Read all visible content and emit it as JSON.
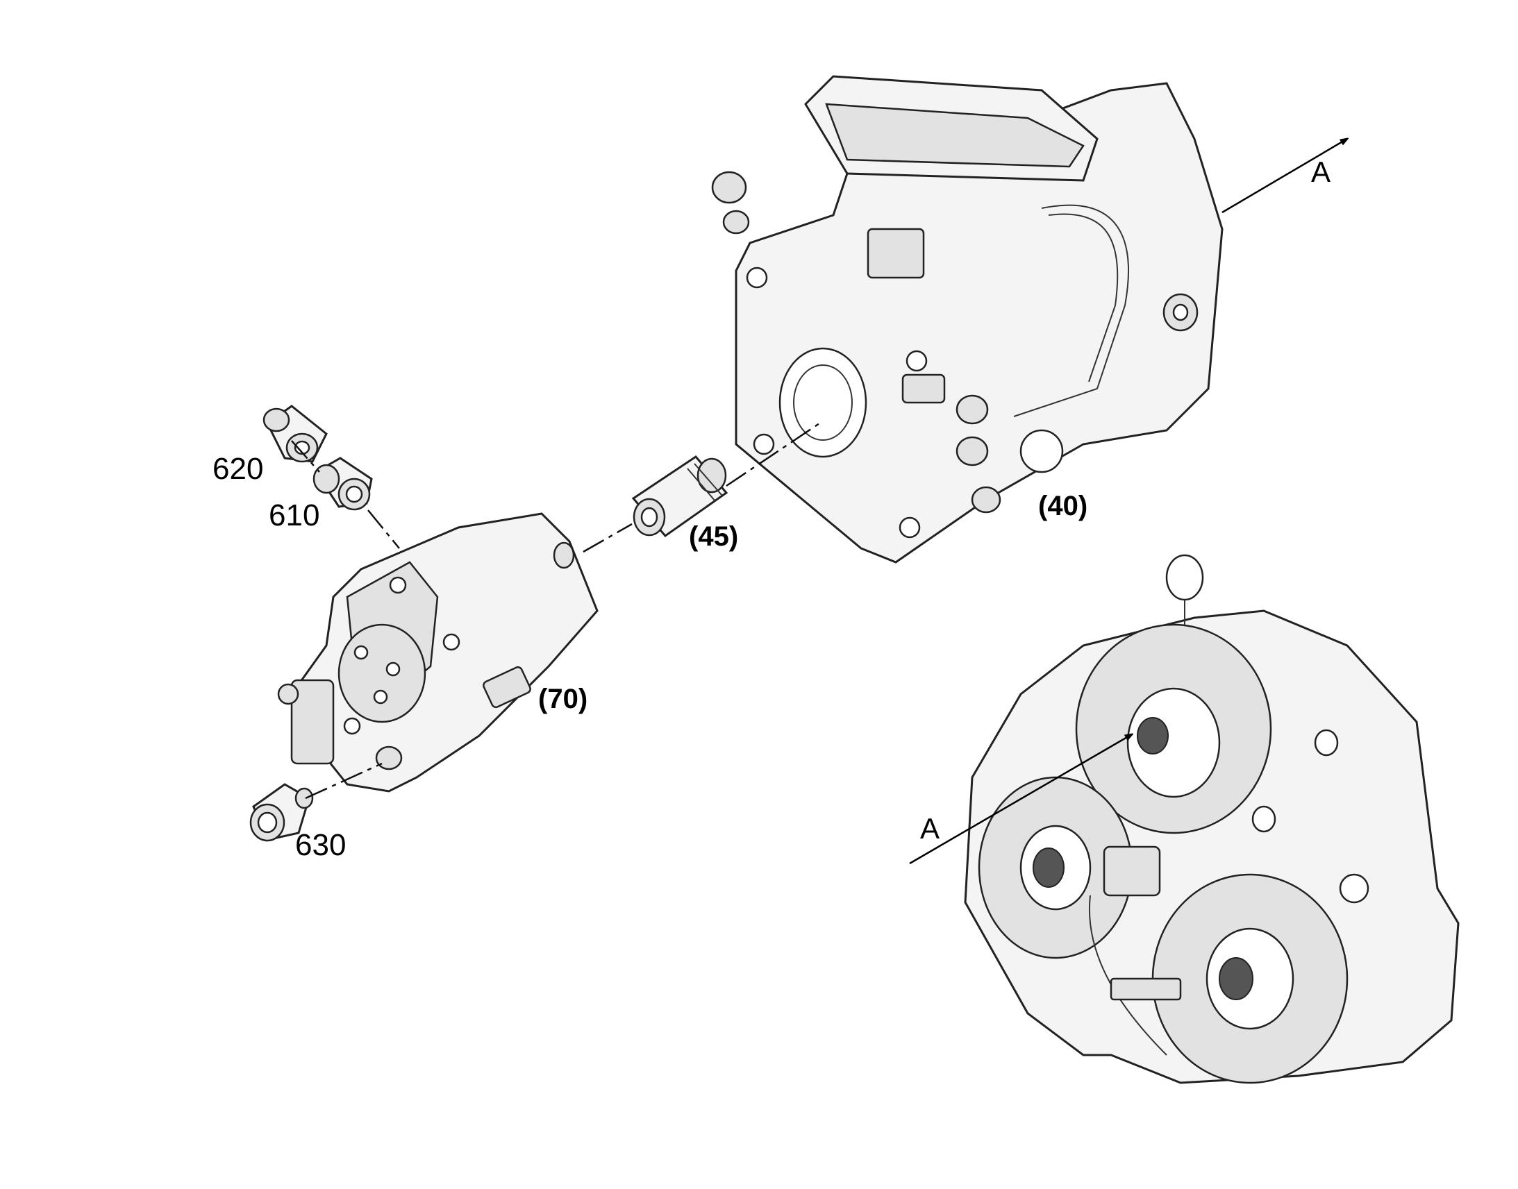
{
  "labels": {
    "part_620": "620",
    "part_610": "610",
    "part_630": "630",
    "assembly_40": "(40)",
    "assembly_45": "(45)",
    "assembly_70": "(70)",
    "view_arrow_top": "A",
    "view_arrow_bottom": "A"
  }
}
